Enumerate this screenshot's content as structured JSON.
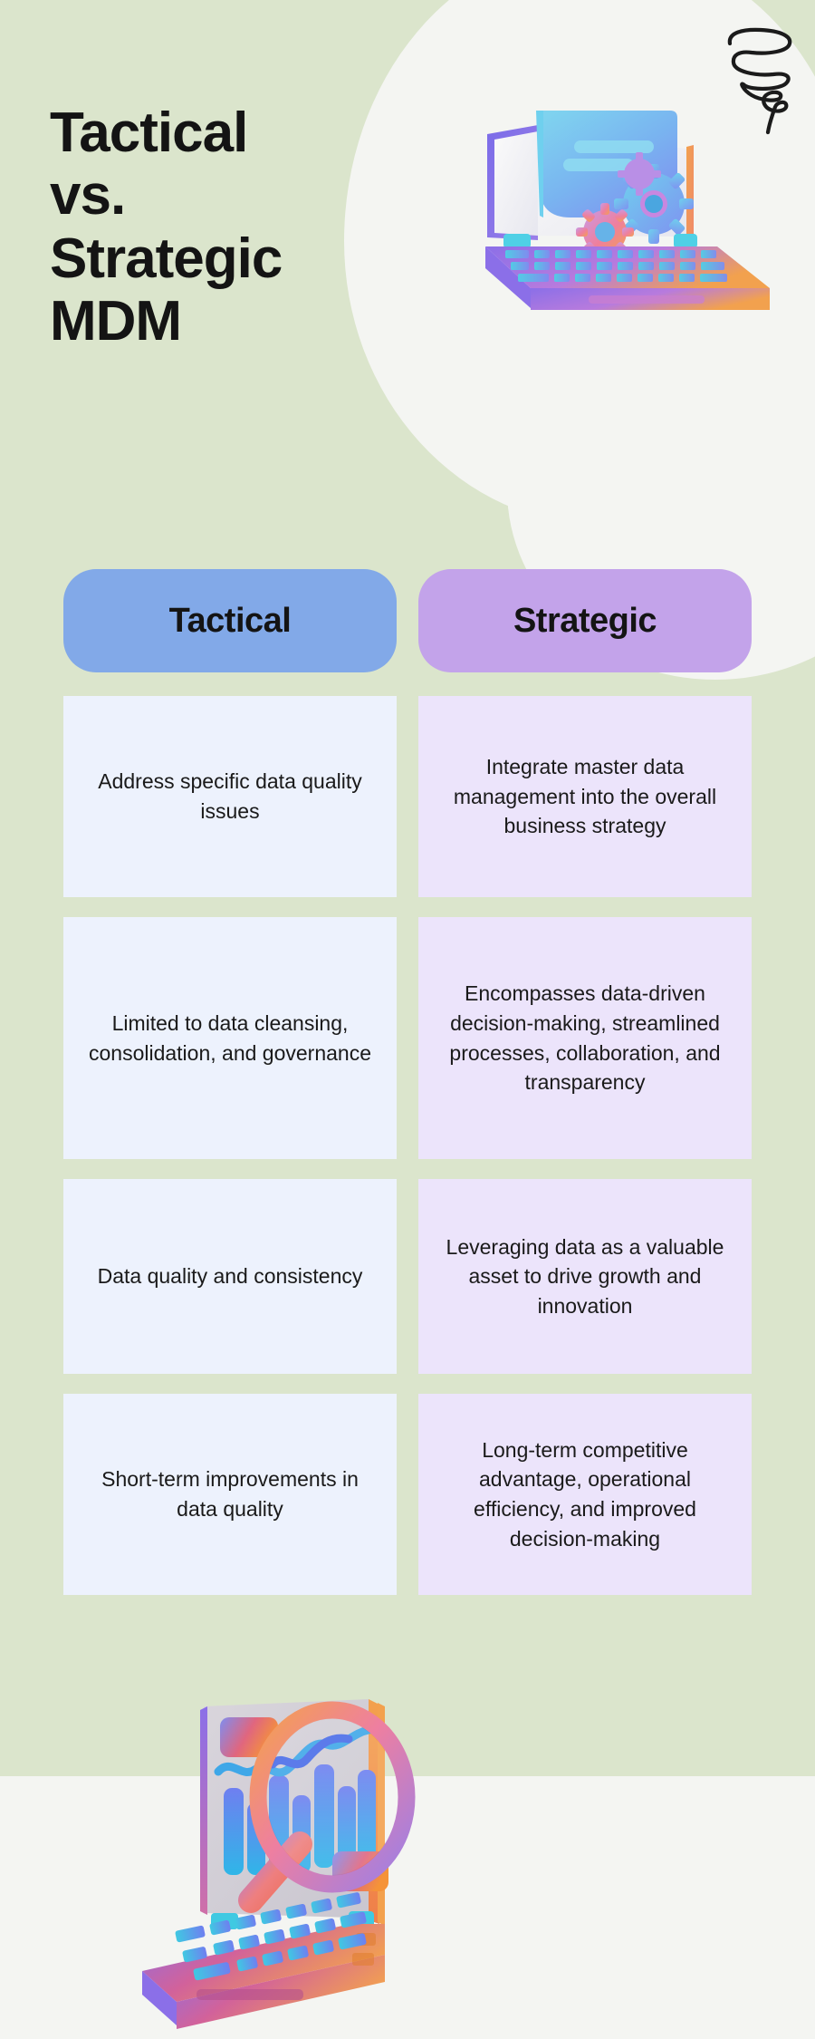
{
  "meta": {
    "title_line1": "Tactical",
    "title_line2": "vs.",
    "title_line3": "Strategic",
    "title_line4": "MDM"
  },
  "colors": {
    "background_green": "#dbe5cc",
    "background_offwhite": "#f4f5f2",
    "pill_tactical": "#82a9e8",
    "pill_strategic": "#c3a3ea",
    "card_tactical": "#edf2fd",
    "card_strategic": "#ece4fb",
    "text": "#141414"
  },
  "comparison": {
    "headers": [
      {
        "label": "Tactical",
        "variant": "tactical"
      },
      {
        "label": "Strategic",
        "variant": "strategic"
      }
    ],
    "rows": [
      {
        "tactical": "Address specific data quality issues",
        "strategic": "Integrate master data management into the overall business strategy"
      },
      {
        "tactical": "Limited to data cleansing, consolidation, and governance",
        "strategic": "Encompasses data-driven decision-making, streamlined processes, collaboration, and transparency"
      },
      {
        "tactical": "Data quality and consistency",
        "strategic": "Leveraging data as a valuable asset to drive growth and innovation"
      },
      {
        "tactical": "Short-term improvements in data quality",
        "strategic": "Long-term competitive advantage, operational efficiency, and improved decision-making"
      }
    ]
  },
  "decorations": {
    "squiggle": "spiral-squiggle-doodle",
    "hero_illustration": "laptop-document-gears-illustration",
    "footer_illustration": "laptop-bar-chart-magnifier-illustration"
  }
}
